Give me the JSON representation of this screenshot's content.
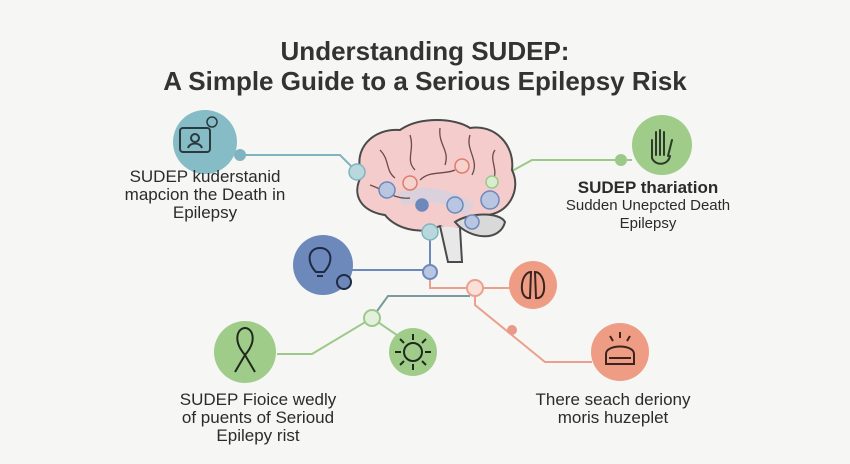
{
  "title": {
    "line1": "Understanding SUDEP:",
    "line2": "A Simple Guide to a Serious Epilepsy Risk"
  },
  "nodes": [
    {
      "icon": "id-card-icon",
      "color": "#86bcc6",
      "lines": [
        "SUDEP kuderstanid",
        "mapcion the Death in",
        "Epilepsy"
      ]
    },
    {
      "icon": "raised-hand-icon",
      "color": "#9fcc88",
      "lines": [
        "SUDEP thariation",
        "Sudden Unepcted Death",
        "Epilepsy"
      ]
    },
    {
      "icon": "lightbulb-icon",
      "color": "#6d88bb"
    },
    {
      "icon": "lungs-icon",
      "color": "#ee9d84"
    },
    {
      "icon": "ribbon-icon",
      "color": "#9fcc88",
      "lines": [
        "SUDEP Fioice wedly",
        "of puents of Serioud",
        "Epilepy rist"
      ]
    },
    {
      "icon": "sun-icon",
      "color": "#9fcc88"
    },
    {
      "icon": "sunrise-bed-icon",
      "color": "#ee9d84",
      "lines": [
        "There seach deriony",
        "moris huzeplet"
      ]
    }
  ]
}
